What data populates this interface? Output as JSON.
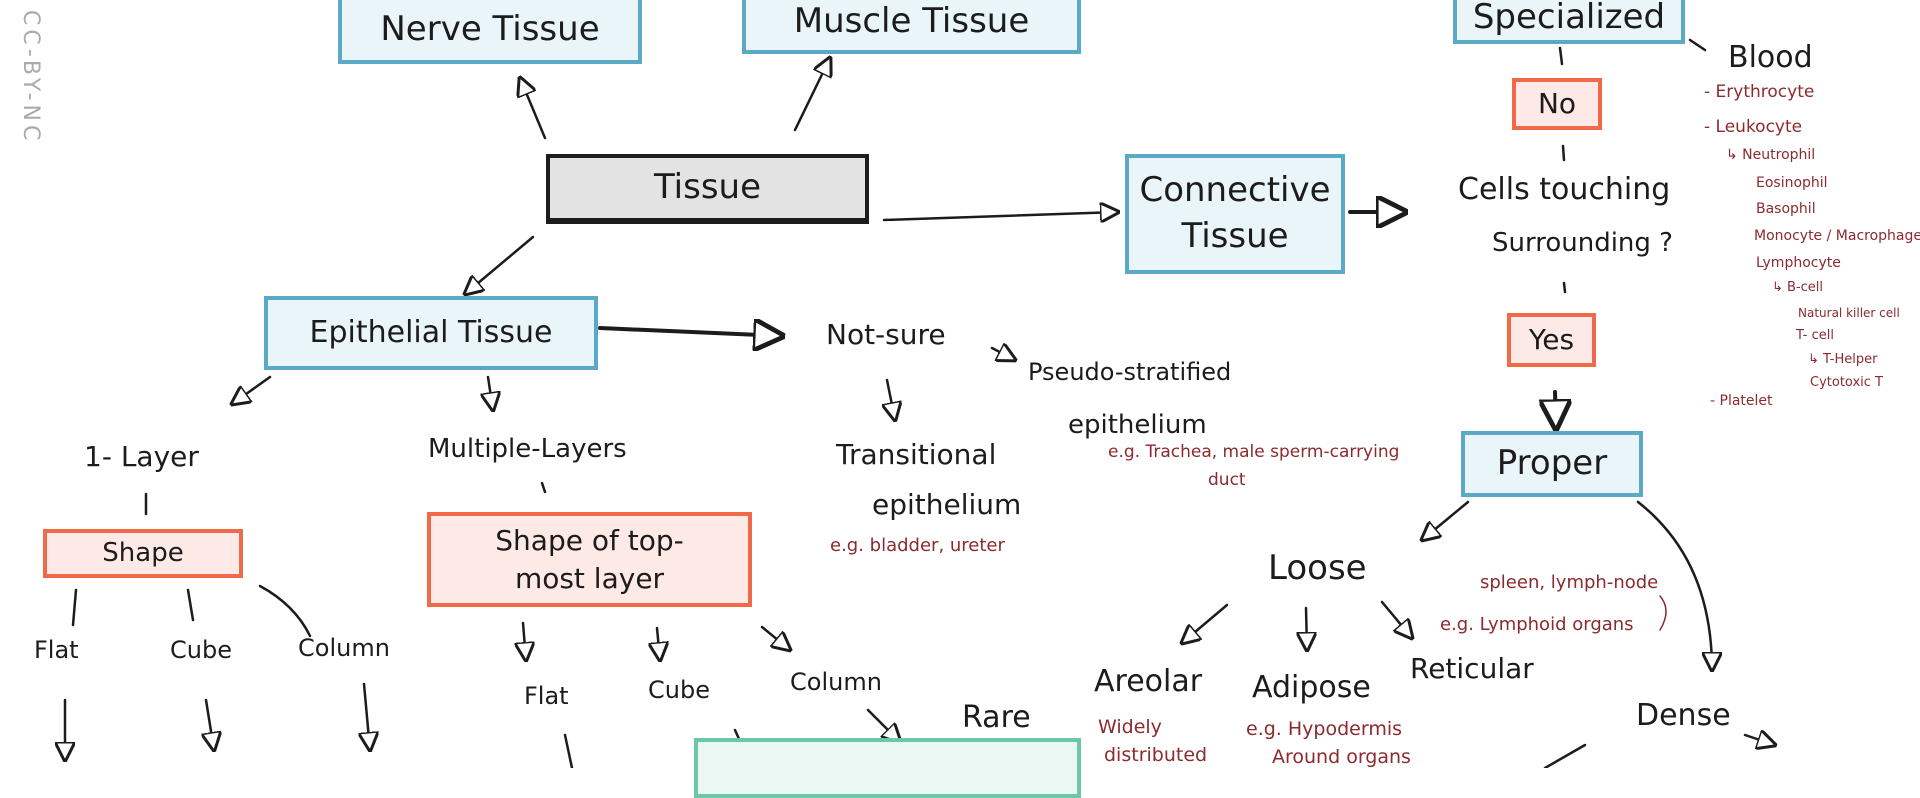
{
  "watermark": "CC-BY-NC",
  "boxes": {
    "nerve": "Nerve Tissue",
    "muscle": "Muscle Tissue",
    "tissue": "Tissue",
    "connective": "Connective Tissue",
    "specialized": "Specialized",
    "no": "No",
    "yes": "Yes",
    "proper": "Proper",
    "epithelial": "Epithelial Tissue",
    "shape": "Shape",
    "shape_top": "Shape of top-most layer",
    "rare_box": ""
  },
  "labels": {
    "cells_q1": "Cells touching",
    "cells_q2": "Surrounding ?",
    "blood": "Blood",
    "not_sure": "Not-sure",
    "pseudo1": "Pseudo-stratified",
    "pseudo2": "epithelium",
    "transitional1": "Transitional",
    "transitional2": "epithelium",
    "one_layer": "1- Layer",
    "multiple_layers": "Multiple-Layers",
    "flat1": "Flat",
    "cube1": "Cube",
    "column1": "Column",
    "flat2": "Flat",
    "cube2": "Cube",
    "column2": "Column",
    "rare": "Rare",
    "loose": "Loose",
    "dense": "Dense",
    "areolar": "Areolar",
    "adipose": "Adipose",
    "reticular": "Reticular"
  },
  "notes": {
    "blood_items": [
      "- Erythrocyte",
      "- Leukocyte",
      "↳ Neutrophil",
      "Eosinophil",
      "Basophil",
      "Monocyte / Macrophage",
      "Lymphocyte",
      "↳ B-cell",
      "Natural killer cell",
      "T- cell",
      "↳ T-Helper",
      "Cytotoxic T",
      "- Platelet"
    ],
    "pseudo_eg1": "e.g. Trachea, male sperm-carrying",
    "pseudo_eg2": "duct",
    "transitional_eg": "e.g. bladder, ureter",
    "reticular_eg1": "spleen, lymph-node",
    "reticular_eg2": "e.g. Lymphoid organs",
    "areolar1": "Widely",
    "areolar2": "distributed",
    "adipose1": "e.g. Hypodermis",
    "adipose2": "Around organs"
  },
  "colors": {
    "blue": "#5ba9c4",
    "red": "#f06a4a",
    "green": "#6cc7a9",
    "note": "#8b2a2f"
  }
}
